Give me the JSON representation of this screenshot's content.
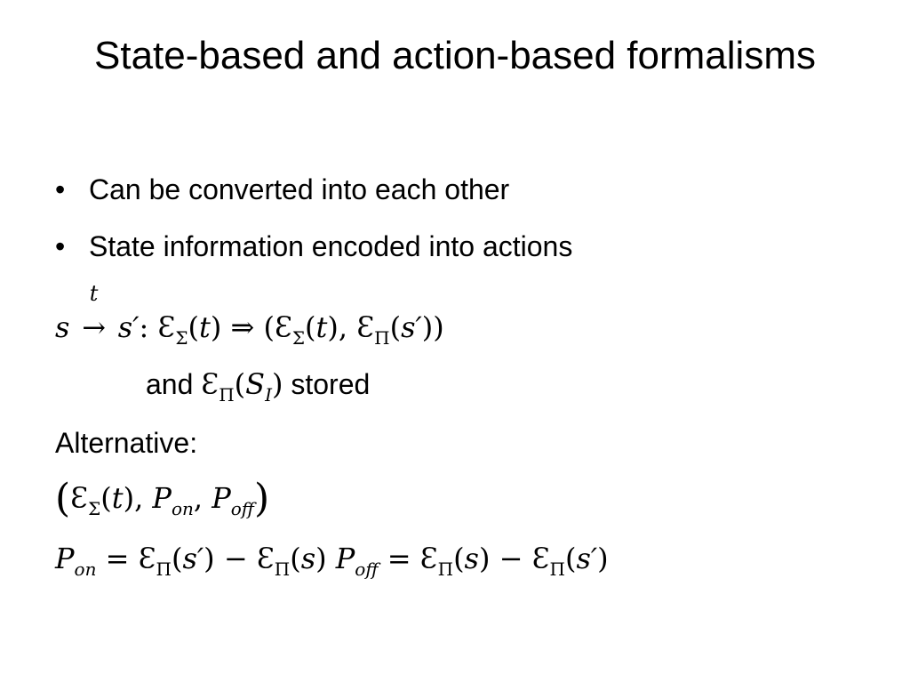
{
  "title": "State-based and action-based formalisms",
  "bullets": [
    "Can be converted into each other",
    "State information encoded into actions"
  ],
  "bullet_glyph": "•",
  "formula1": {
    "s": "s",
    "t": "t",
    "arrow": "→",
    "sprime": "s′",
    "colon": ":",
    "E": "Ɛ",
    "Sigma": "Σ",
    "Pi": "Π",
    "implies": "⇒"
  },
  "line2": {
    "and": "and",
    "S": "S",
    "I": "I",
    "stored": "stored"
  },
  "alternative_label": "Alternative:",
  "tuple": {
    "P": "P",
    "on": "on",
    "off": "off"
  },
  "eq": {
    "equals": "=",
    "minus": "−",
    "s": "s"
  }
}
